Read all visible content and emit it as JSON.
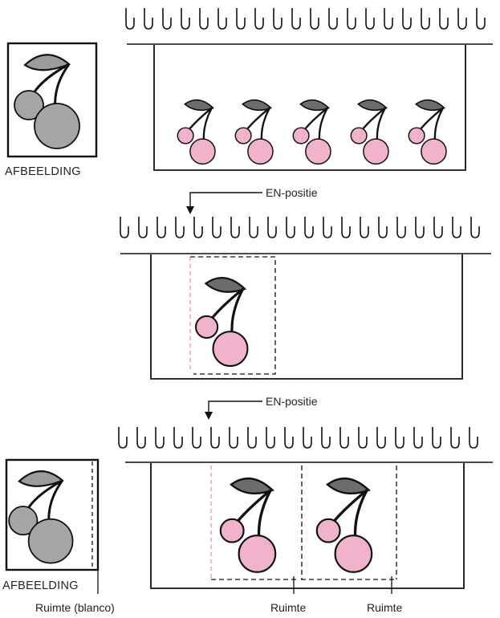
{
  "top_panel": {
    "image_label": "AFBEELDING"
  },
  "middle_panel": {
    "position_label": "EN-positie"
  },
  "bottom_panel": {
    "position_label": "EN-positie",
    "image_label": "AFBEELDING",
    "space_blank_label": "Ruimte (blanco)",
    "space_label_1": "Ruimte",
    "space_label_2": "Ruimte"
  },
  "colors": {
    "leaf_light": "#9c9c9c",
    "leaf_dark": "#6c6c6c",
    "cherry_grey": "#a5a5a5",
    "cherry_pink": "#f1b3cc",
    "guide_red": "#e89aaa",
    "line": "#111111"
  }
}
